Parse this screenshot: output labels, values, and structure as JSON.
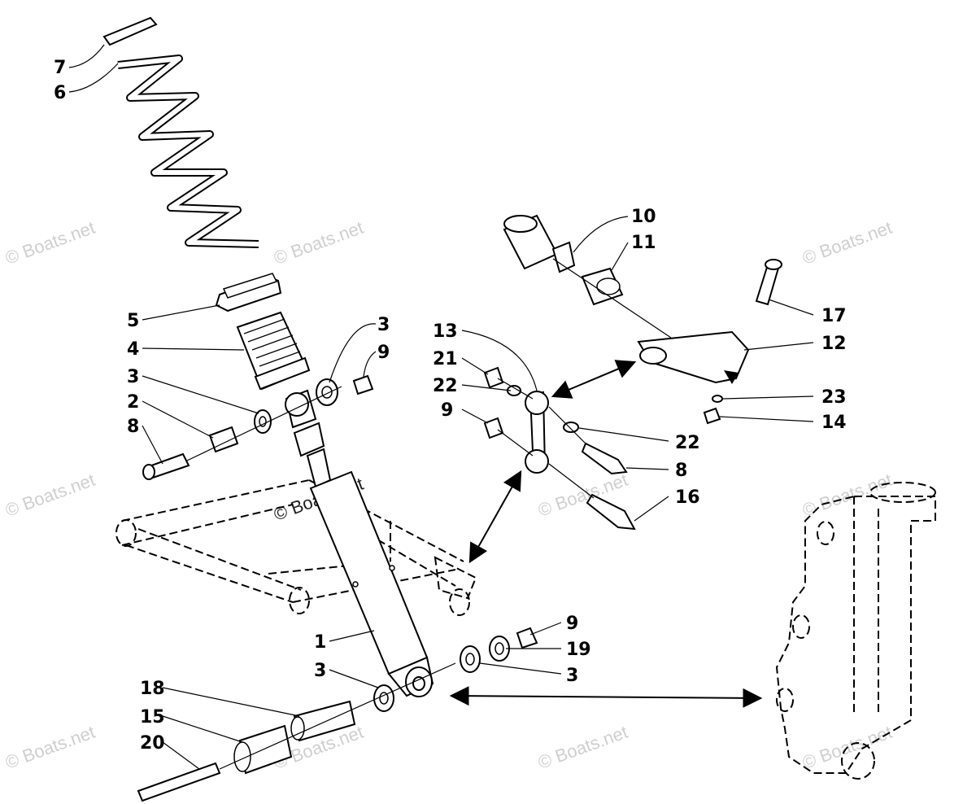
{
  "watermark": "© Boats.net",
  "callouts": {
    "p1": "1",
    "p2": "2",
    "p3a": "3",
    "p3b": "3",
    "p3c": "3",
    "p3d": "3",
    "p4": "4",
    "p5": "5",
    "p6": "6",
    "p7": "7",
    "p8a": "8",
    "p8b": "8",
    "p9a": "9",
    "p9b": "9",
    "p9c": "9",
    "p10": "10",
    "p11": "11",
    "p12": "12",
    "p13": "13",
    "p14": "14",
    "p15": "15",
    "p16": "16",
    "p17": "17",
    "p18": "18",
    "p19": "19",
    "p20": "20",
    "p21": "21",
    "p22a": "22",
    "p22b": "22",
    "p23": "23"
  }
}
